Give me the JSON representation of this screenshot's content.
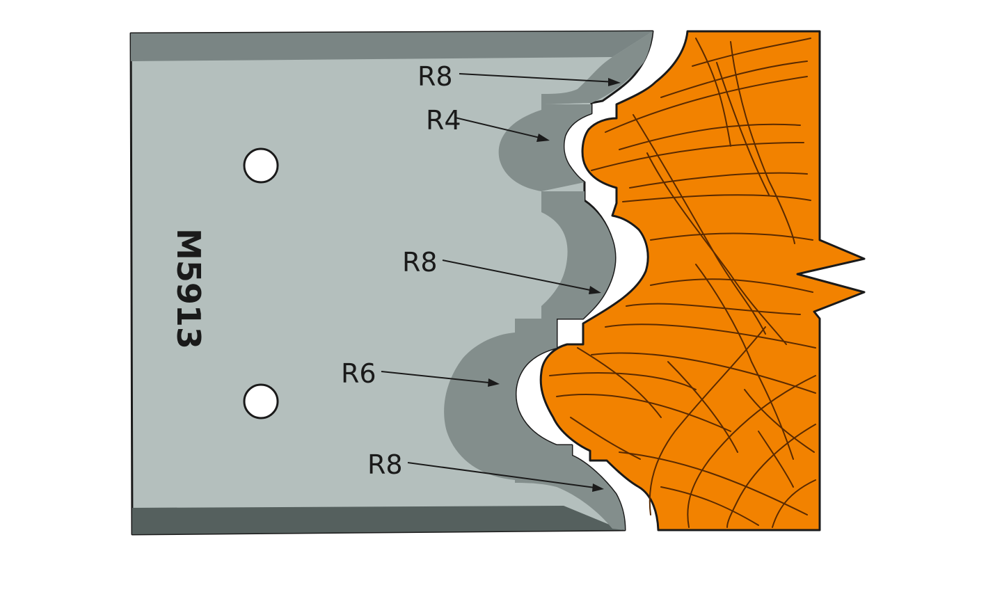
{
  "diagram": {
    "part_code": "M5913",
    "radius_labels": [
      {
        "id": "top",
        "text": "R8"
      },
      {
        "id": "upper-small",
        "text": "R4"
      },
      {
        "id": "middle",
        "text": "R8"
      },
      {
        "id": "lower",
        "text": "R6"
      },
      {
        "id": "bottom",
        "text": "R8"
      }
    ]
  },
  "colors": {
    "knife_face": "#b4bfbd",
    "knife_edge_dark": "#55605e",
    "knife_bevel": "#838e8c",
    "bevel_band_top": "#7a8584",
    "workpiece": "#f28200",
    "grain_lines": "#5a2a00",
    "outline": "#1a1a1a",
    "background": "#ffffff"
  }
}
